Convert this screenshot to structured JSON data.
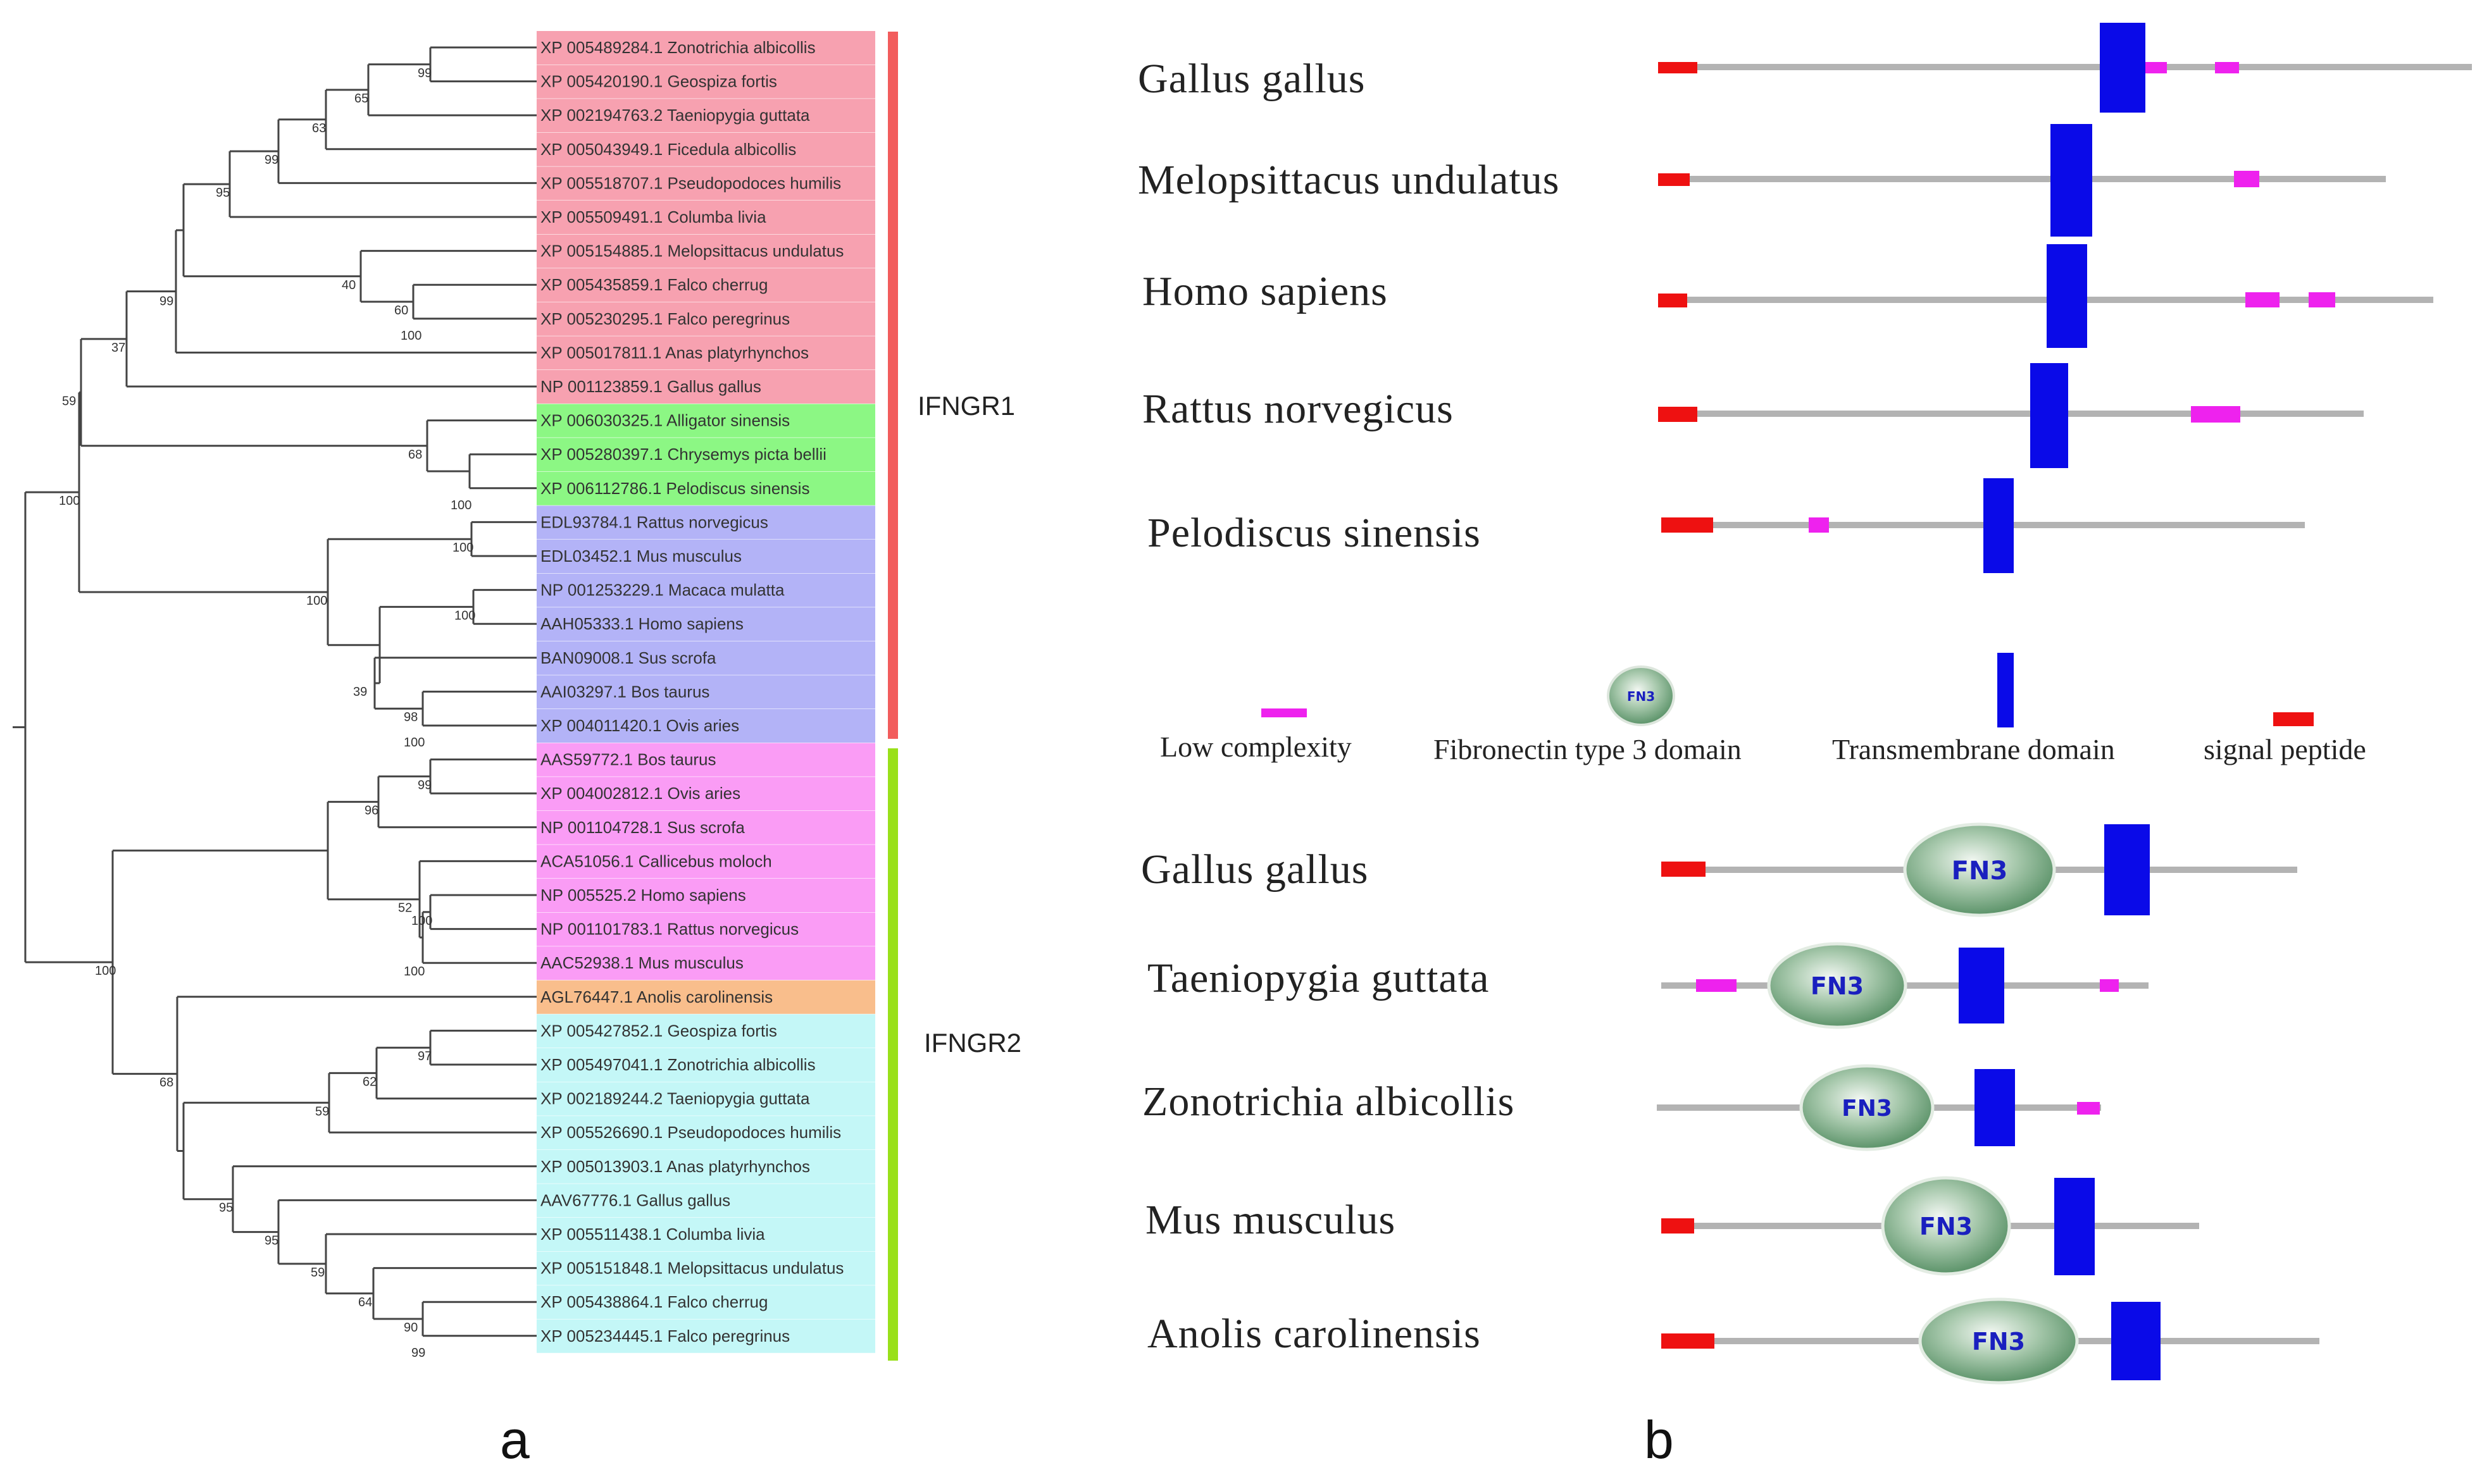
{
  "panel_a": {
    "label": "a",
    "groups": [
      {
        "label": "IFNGR1",
        "bar_color": "#f25c5c"
      },
      {
        "label": "IFNGR2",
        "bar_color": "#99e01a"
      }
    ],
    "taxa": [
      {
        "text": "XP 005489284.1 Zonotrichia albicollis",
        "bg": "#f7a1b0"
      },
      {
        "text": "XP 005420190.1 Geospiza fortis",
        "bg": "#f7a1b0"
      },
      {
        "text": "XP 002194763.2 Taeniopygia guttata",
        "bg": "#f7a1b0"
      },
      {
        "text": "XP 005043949.1 Ficedula albicollis",
        "bg": "#f7a1b0"
      },
      {
        "text": "XP 005518707.1 Pseudopodoces humilis",
        "bg": "#f7a1b0"
      },
      {
        "text": "XP 005509491.1 Columba livia",
        "bg": "#f7a1b0"
      },
      {
        "text": "XP 005154885.1 Melopsittacus undulatus",
        "bg": "#f7a1b0"
      },
      {
        "text": "XP 005435859.1 Falco cherrug",
        "bg": "#f7a1b0"
      },
      {
        "text": "XP 005230295.1 Falco peregrinus",
        "bg": "#f7a1b0"
      },
      {
        "text": "XP 005017811.1 Anas platyrhynchos",
        "bg": "#f7a1b0"
      },
      {
        "text": "NP 001123859.1 Gallus gallus",
        "bg": "#f7a1b0"
      },
      {
        "text": "XP 006030325.1 Alligator sinensis",
        "bg": "#8cf784"
      },
      {
        "text": "XP 005280397.1 Chrysemys picta bellii",
        "bg": "#8cf784"
      },
      {
        "text": "XP 006112786.1 Pelodiscus sinensis",
        "bg": "#8cf784"
      },
      {
        "text": "EDL93784.1 Rattus norvegicus",
        "bg": "#b3b3f7"
      },
      {
        "text": "EDL03452.1 Mus musculus",
        "bg": "#b3b3f7"
      },
      {
        "text": "NP 001253229.1 Macaca mulatta",
        "bg": "#b3b3f7"
      },
      {
        "text": "AAH05333.1 Homo sapiens",
        "bg": "#b3b3f7"
      },
      {
        "text": "BAN09008.1 Sus scrofa",
        "bg": "#b3b3f7"
      },
      {
        "text": "AAI03297.1 Bos taurus",
        "bg": "#b3b3f7"
      },
      {
        "text": "XP 004011420.1 Ovis aries",
        "bg": "#b3b3f7"
      },
      {
        "text": "AAS59772.1 Bos taurus",
        "bg": "#fa9cf5"
      },
      {
        "text": "XP 004002812.1 Ovis aries",
        "bg": "#fa9cf5"
      },
      {
        "text": "NP 001104728.1 Sus scrofa",
        "bg": "#fa9cf5"
      },
      {
        "text": "ACA51056.1 Callicebus moloch",
        "bg": "#fa9cf5"
      },
      {
        "text": "NP 005525.2 Homo sapiens",
        "bg": "#fa9cf5"
      },
      {
        "text": "NP 001101783.1 Rattus norvegicus",
        "bg": "#fa9cf5"
      },
      {
        "text": "AAC52938.1 Mus musculus",
        "bg": "#fa9cf5"
      },
      {
        "text": "AGL76447.1 Anolis carolinensis",
        "bg": "#f9be8c"
      },
      {
        "text": "XP 005427852.1 Geospiza fortis",
        "bg": "#c4f7f7"
      },
      {
        "text": "XP 005497041.1 Zonotrichia albicollis",
        "bg": "#c4f7f7"
      },
      {
        "text": "XP 002189244.2 Taeniopygia guttata",
        "bg": "#c4f7f7"
      },
      {
        "text": "XP 005526690.1 Pseudopodoces humilis",
        "bg": "#c4f7f7"
      },
      {
        "text": "XP 005013903.1 Anas platyrhynchos",
        "bg": "#c4f7f7"
      },
      {
        "text": "AAV67776.1 Gallus gallus",
        "bg": "#c4f7f7"
      },
      {
        "text": "XP 005511438.1 Columba livia",
        "bg": "#c4f7f7"
      },
      {
        "text": "XP 005151848.1 Melopsittacus undulatus",
        "bg": "#c4f7f7"
      },
      {
        "text": "XP 005438864.1 Falco cherrug",
        "bg": "#c4f7f7"
      },
      {
        "text": "XP 005234445.1 Falco peregrinus",
        "bg": "#c4f7f7"
      }
    ],
    "bootstrap": [
      "99",
      "65",
      "63",
      "99",
      "95",
      "37",
      "40",
      "60",
      "100",
      "99",
      "59",
      "68",
      "100",
      "100",
      "100",
      "100",
      "39",
      "98",
      "100",
      "99",
      "96",
      "52",
      "100",
      "100",
      "100",
      "97",
      "62",
      "59",
      "95",
      "95",
      "59",
      "64",
      "90",
      "99",
      "68",
      "100"
    ]
  },
  "panel_b": {
    "label": "b",
    "colors": {
      "low_complexity": "#ee22ee",
      "transmembrane": "#0a0ae8",
      "signal_peptide": "#ee1111",
      "backbone": "#b3b3b3",
      "fn3": "#5e9a6e"
    },
    "ifngr1_species": [
      "Gallus gallus",
      "Melopsittacus undulatus",
      "Homo sapiens",
      "Rattus norvegicus",
      "Pelodiscus sinensis"
    ],
    "legend": {
      "fn3_icon": "FN3",
      "low_complexity": "Low complexity",
      "fibronectin": "Fibronectin type 3 domain",
      "transmembrane": "Transmembrane domain",
      "signal_peptide": "signal peptide"
    },
    "ifngr2_species": [
      "Gallus gallus",
      "Taeniopygia guttata",
      "Zonotrichia albicollis",
      "Mus musculus",
      "Anolis carolinensis"
    ],
    "fn3_label": "FN3"
  }
}
